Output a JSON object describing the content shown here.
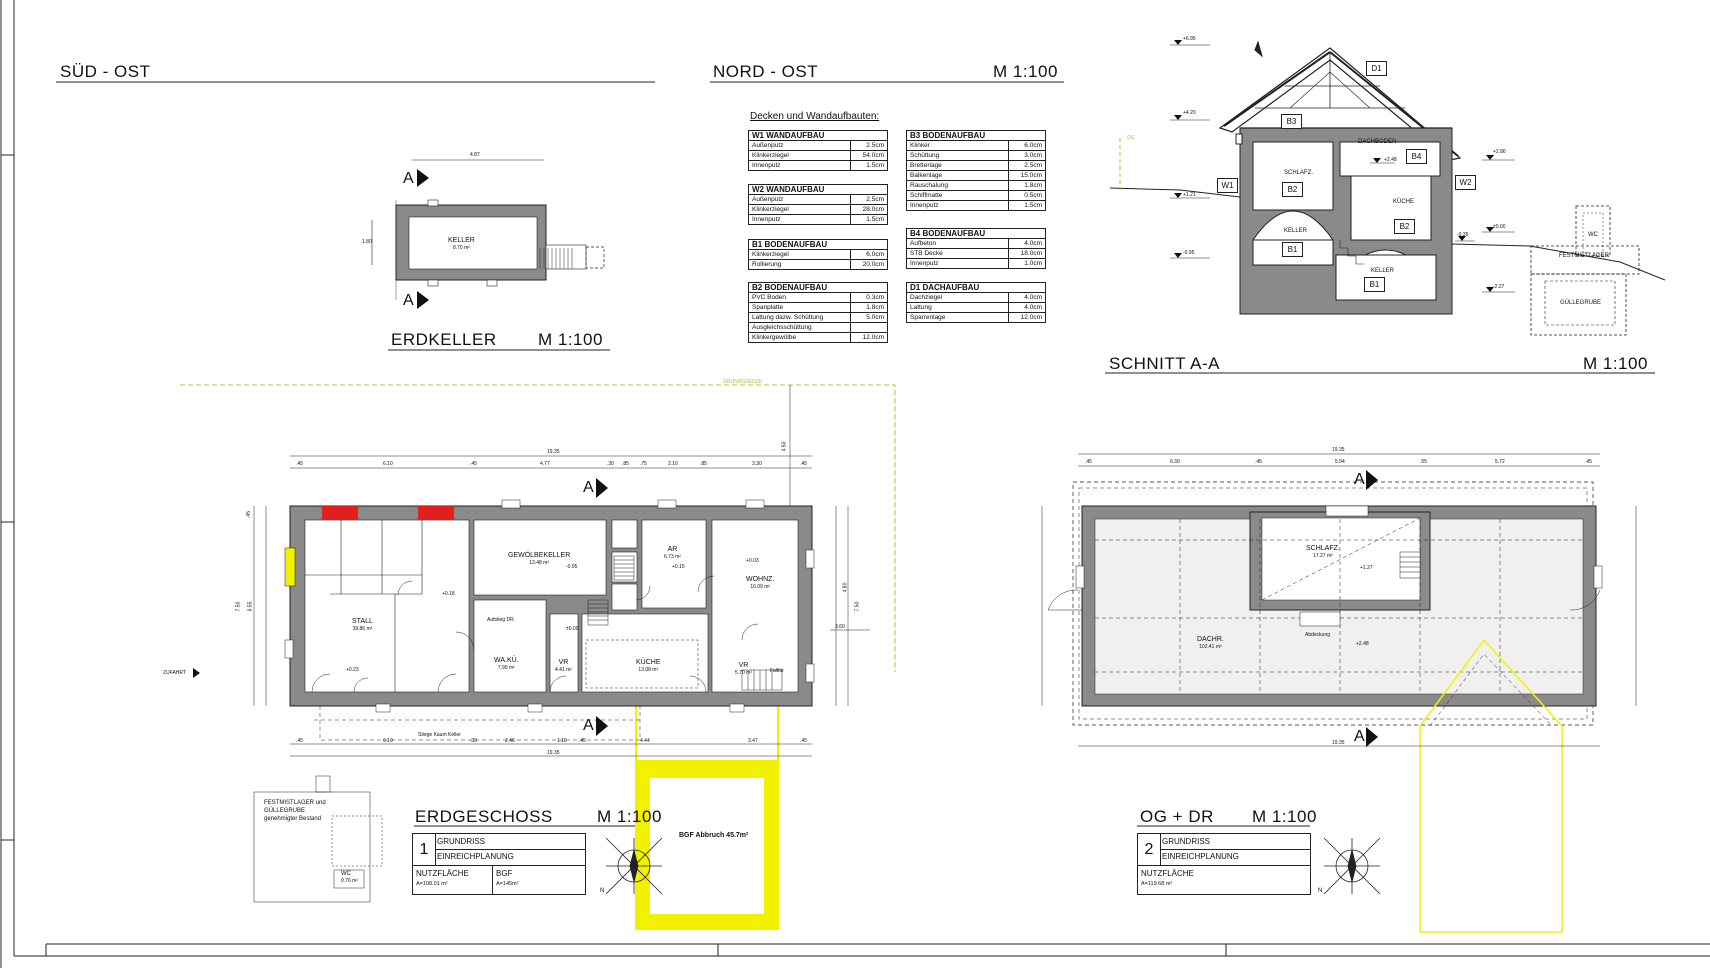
{
  "titles": {
    "sued_ost": "SÜD - OST",
    "nord_ost": "NORD - OST",
    "nord_ost_scale": "M 1:100",
    "erdkeller": "ERDKELLER",
    "erdkeller_scale": "M 1:100",
    "schnitt": "SCHNITT  A-A",
    "schnitt_scale": "M 1:100",
    "erdgeschoss": "ERDGESCHOSS",
    "erdgeschoss_scale": "M 1:100",
    "og_dr": "OG + DR",
    "og_dr_scale": "M 1:100"
  },
  "buildups": {
    "heading": "Decken und Wandaufbauten:",
    "W1": {
      "title": "W1  WANDAUFBAU",
      "rows": [
        [
          "Außenputz",
          "2.5cm"
        ],
        [
          "Klinkerziegel",
          "54.0cm"
        ],
        [
          "Innenputz",
          "1.5cm"
        ]
      ]
    },
    "W2": {
      "title": "W2  WANDAUFBAU",
      "rows": [
        [
          "Außenputz",
          "2.5cm"
        ],
        [
          "Klinkerziegel",
          "28.0cm"
        ],
        [
          "Innenputz",
          "1.5cm"
        ]
      ]
    },
    "B1": {
      "title": "B1  BODENAUFBAU",
      "rows": [
        [
          "Klinkerziegel",
          "6.0cm"
        ],
        [
          "Rollierung",
          "20.0cm"
        ]
      ]
    },
    "B2": {
      "title": "B2  BODENAUFBAU",
      "rows": [
        [
          "PVC Boden",
          "0.3cm"
        ],
        [
          "Spanplatte",
          "1.8cm"
        ],
        [
          "Lattung dazw. Schüttung",
          "5.0cm"
        ],
        [
          "Ausgleichsschüttung",
          ""
        ],
        [
          "Klinkergewölbe",
          "12.0cm"
        ]
      ]
    },
    "B3": {
      "title": "B3  BODENAUFBAU",
      "rows": [
        [
          "Klinker",
          "6.0cm"
        ],
        [
          "Schüttung",
          "3.0cm"
        ],
        [
          "Bretterlage",
          "2.5cm"
        ],
        [
          "Balkenlage",
          "15.0cm"
        ],
        [
          "Rauschalung",
          "1.8cm"
        ],
        [
          "Schiffmatte",
          "0.5cm"
        ],
        [
          "Innenputz",
          "1.5cm"
        ]
      ]
    },
    "B4": {
      "title": "B4  BODENAUFBAU",
      "rows": [
        [
          "Aufbeton",
          "4.0cm"
        ],
        [
          "STB Decke",
          "18.0cm"
        ],
        [
          "Innenputz",
          "1.0cm"
        ]
      ]
    },
    "D1": {
      "title": "D1  DACHAUFBAU",
      "rows": [
        [
          "Dachziegel",
          "4.0cm"
        ],
        [
          "Lattung",
          "4.0cm"
        ],
        [
          "Sparrenlage",
          "12.0cm"
        ]
      ]
    }
  },
  "erdkeller": {
    "room": "KELLER",
    "area": "8.70 m²",
    "dim_top": "4.87",
    "dim_side": "1.80",
    "section": "A"
  },
  "schnitt": {
    "levels": [
      "+6.95",
      "+4.20",
      "+2.48",
      "+1.21",
      "-0.95",
      "+2.86",
      "±0.00",
      "-0.35",
      "-2.27"
    ],
    "tags": [
      "D1",
      "B3",
      "B4",
      "W1",
      "B2",
      "W2",
      "B2",
      "B1",
      "B1"
    ],
    "rooms": [
      "DACHBODEN",
      "SCHLAFZ.",
      "KÜCHE",
      "KELLER",
      "KELLER",
      "WC",
      "FESTMISTLAGER",
      "GÜLLEGRUBE"
    ],
    "marker": "OG"
  },
  "erdgeschoss": {
    "grenze": "GRUNDGRENZE",
    "zufahrt": "ZUFAHRT",
    "rooms": [
      {
        "name": "STALL",
        "area": "39.86 m²"
      },
      {
        "name": "GEWÖLBEKELLER",
        "area": "13.48 m²"
      },
      {
        "name": "AR",
        "area": "6.73 m²"
      },
      {
        "name": "WOHNZ.",
        "area": "16.09 m²"
      },
      {
        "name": "WA.KÜ.",
        "area": "7.90 m²"
      },
      {
        "name": "VR",
        "area": "4.41 m²"
      },
      {
        "name": "KÜCHE",
        "area": "13.08 m²"
      },
      {
        "name": "VR",
        "area": "5.70 m²"
      }
    ],
    "levels": [
      "+0.18",
      "-0.95",
      "+0.15",
      "+0.03",
      "±0.00",
      "+0.23"
    ],
    "dims_top": [
      "19.35",
      ".45",
      "6.10",
      ".45",
      "4.77",
      ".30",
      ".85",
      ".75",
      "2.10",
      ".85",
      "3.30",
      ".45"
    ],
    "dims_bottom": [
      "19.35",
      ".45",
      "6.10",
      ".30",
      "2.46",
      "1.16",
      ".45",
      "4.44",
      "3.47",
      ".45"
    ],
    "dims_side": [
      "7.50",
      "6.55",
      ".45",
      "4.50",
      "4.80",
      "7.50",
      "3.60"
    ],
    "notes": [
      "Aufstieg DR",
      "Falltür",
      "Stiege Kaum Keller"
    ],
    "section": "A",
    "festmist": [
      "FESTMISTLAGER und",
      "GÜLLEGRUBE",
      "genehmigter Bestand"
    ],
    "wc": "WC",
    "wc_area": "0.76 m²",
    "bgf_abbruch": "BGF Abbruch 45.7m²"
  },
  "og": {
    "rooms": [
      {
        "name": "SCHLAFZ.",
        "area": "17.27 m²"
      },
      {
        "name": "DACHR.",
        "area": "102.41 m²"
      }
    ],
    "levels": [
      "+1.27",
      "+2.48"
    ],
    "note": "Abdeckung",
    "dims_top": [
      "19.35",
      ".45",
      "6.30",
      ".45",
      "5.94",
      ".55",
      "5.72",
      ".45"
    ],
    "dims_bottom": [
      "19.35"
    ],
    "section": "A"
  },
  "titleblock1": {
    "num": "1",
    "r1": "GRUNDRISS",
    "r2": "EINREICHPLANUNG",
    "nf": "NUTZFLÄCHE",
    "nfv": "A=108.01 m²",
    "bgf": "BGF",
    "bgfv": "A=145m²"
  },
  "titleblock2": {
    "num": "2",
    "r1": "GRUNDRISS",
    "r2": "EINREICHPLANUNG",
    "nf": "NUTZFLÄCHE",
    "nfv": "A=119.68 m²"
  },
  "compass": "N",
  "colors": {
    "wall": "#888888",
    "line": "#222222",
    "grenze": "#a6c93a",
    "yellow": "#f2f200",
    "red": "#e02020",
    "lightgrey": "#f0f0f0"
  }
}
